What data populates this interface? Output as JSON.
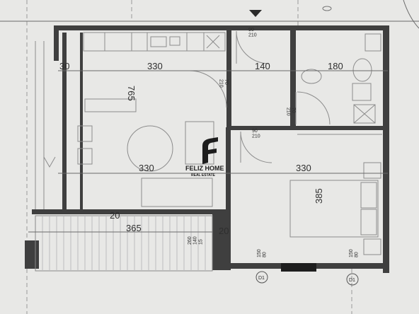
{
  "dimensions": {
    "d30": "30",
    "d330_top": "330",
    "d140": "140",
    "d180": "180",
    "d765": "765",
    "d330_mid": "330",
    "d330_right": "330",
    "d385": "385",
    "d365": "365",
    "d20_a": "20",
    "d20_b": "20",
    "door_top": "90\n210",
    "door_mid": "90\n210",
    "door_small": "70\n210",
    "door_bath": "70\n210",
    "win_a": "150\n80",
    "win_b": "150\n80",
    "balcony_small": "260\n140\n15"
  },
  "section_marks": {
    "left": "D1",
    "right": "D1"
  },
  "watermark": {
    "line1": "FELIZ HOME",
    "line2": "REAL ESTATE"
  }
}
